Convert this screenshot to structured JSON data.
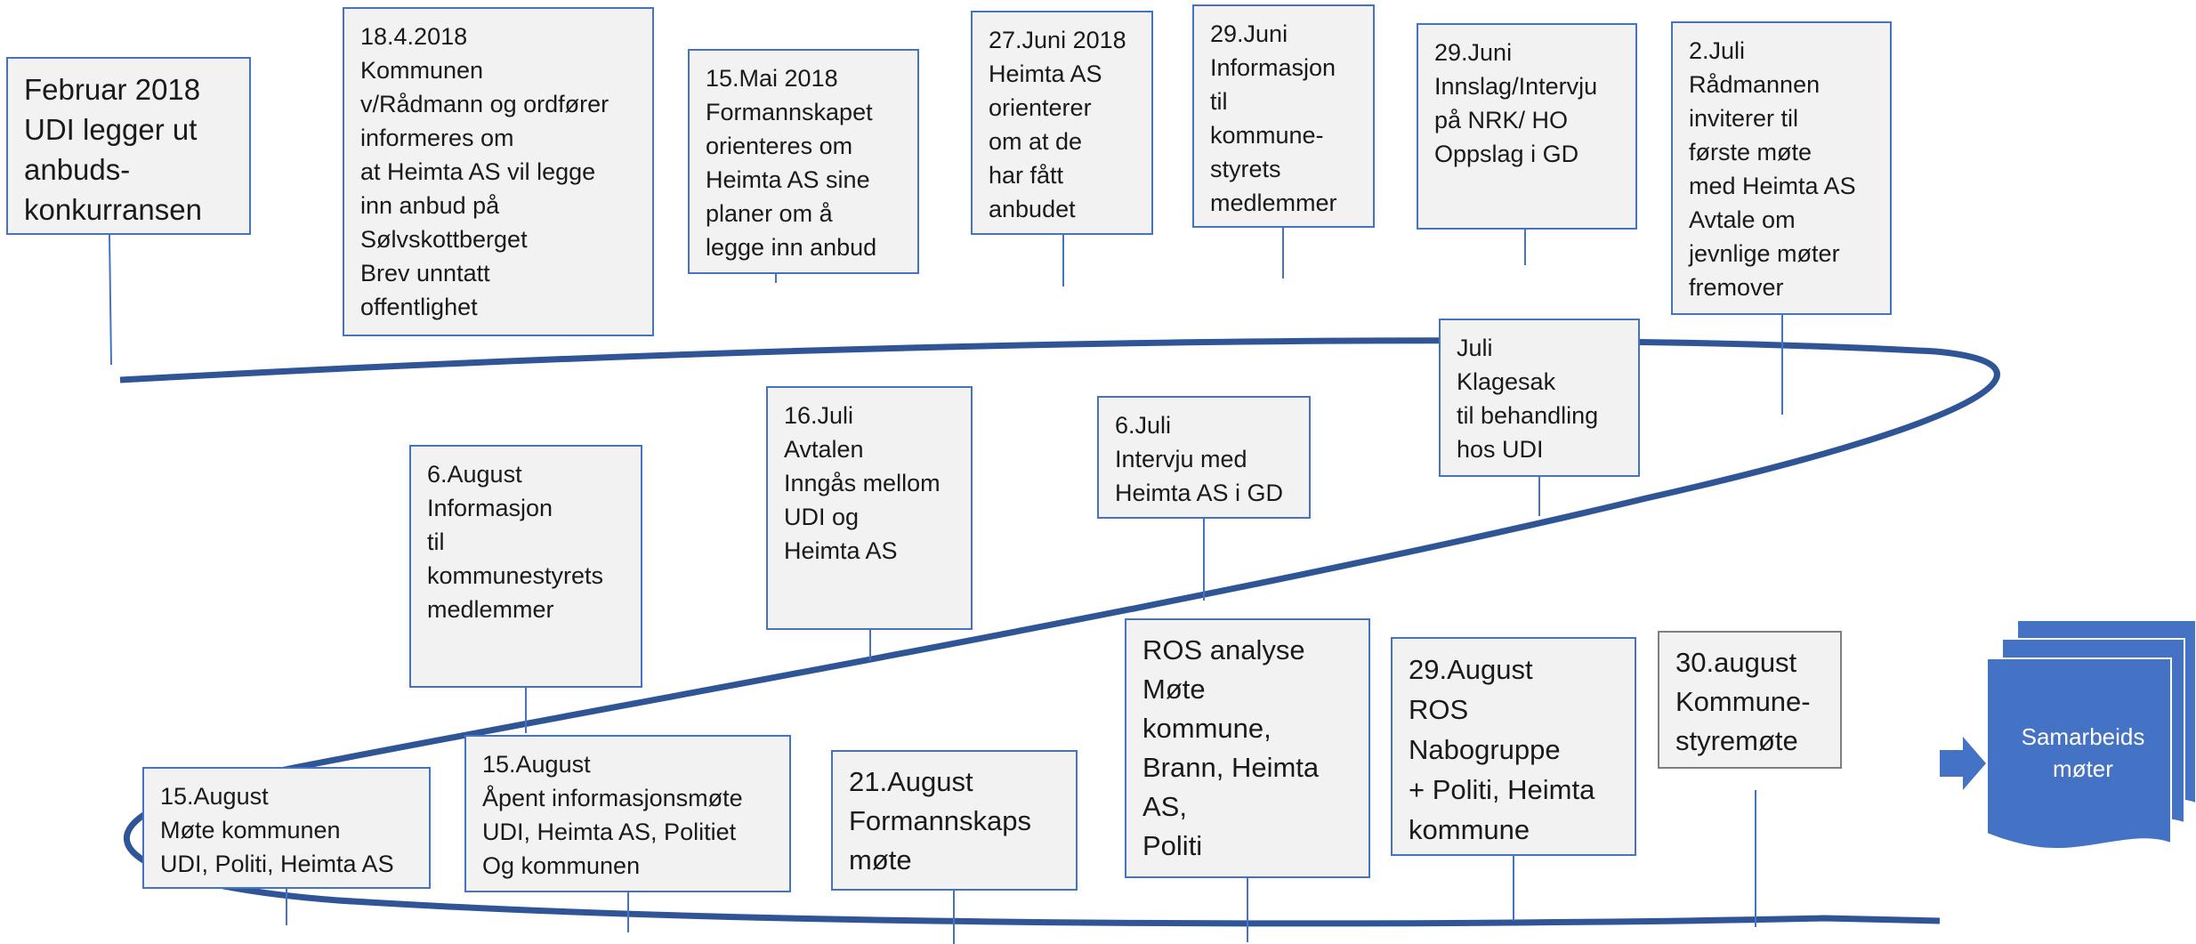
{
  "colors": {
    "timeline": "#2f5597",
    "box_border": "#4472c4",
    "box_fill": "#f2f2f2",
    "doc_fill": "#4472c4"
  },
  "events": [
    {
      "id": "feb",
      "text": "Februar 2018\nUDI legger ut\nanbuds-\nkonkurransen"
    },
    {
      "id": "apr18",
      "text": "18.4.2018\nKommunen\nv/Rådmann og ordfører\ninformeres om\nat Heimta AS vil legge\ninn anbud på\nSølvskottberget\nBrev unntatt\noffentlighet"
    },
    {
      "id": "may15",
      "text": "15.Mai 2018\nFormannskapet\norienteres om\nHeimta AS sine\nplaner om å\nlegge inn anbud"
    },
    {
      "id": "jun27",
      "text": "27.Juni 2018\nHeimta AS\norienterer\nom at de\nhar fått\nanbudet"
    },
    {
      "id": "jun29a",
      "text": "29.Juni\nInformasjon\ntil\nkommune-\nstyrets\nmedlemmer"
    },
    {
      "id": "jun29b",
      "text": "29.Juni\nInnslag/Intervju\n på NRK/ HO\nOppslag i GD"
    },
    {
      "id": "jul2",
      "text": "2.Juli\nRådmannen\ninviterer til\nførste  møte\nmed Heimta AS\nAvtale om\njevnlige møter\nfremover"
    },
    {
      "id": "jul",
      "text": "Juli\nKlagesak\ntil behandling\nhos UDI"
    },
    {
      "id": "jul6",
      "text": "6.Juli\nIntervju med\nHeimta AS i GD"
    },
    {
      "id": "jul16",
      "text": "16.Juli\nAvtalen\nInngås mellom\nUDI og\nHeimta AS"
    },
    {
      "id": "aug6",
      "text": "6.August\nInformasjon\n til\nkommunestyrets\n medlemmer"
    },
    {
      "id": "aug15a",
      "text": "15.August\nMøte kommunen\nUDI, Politi, Heimta AS"
    },
    {
      "id": "aug15b",
      "text": "15.August\nÅpent informasjonsmøte\nUDI, Heimta AS, Politiet\nOg kommunen"
    },
    {
      "id": "aug21",
      "text": "21.August\nFormannskaps\nmøte"
    },
    {
      "id": "ros",
      "text": "ROS analyse\nMøte\nkommune,\nBrann, Heimta\nAS,\nPoliti"
    },
    {
      "id": "aug29",
      "text": "29.August\nROS\nNabogruppe\n+ Politi, Heimta\nkommune"
    },
    {
      "id": "aug30",
      "text": "30.august\nKommune-\nstyremøte"
    }
  ],
  "documents_shape": {
    "label": "Samarbeids\nmøter",
    "icon": "multidocument-icon"
  },
  "arrow": {
    "icon": "right-arrow-icon"
  }
}
